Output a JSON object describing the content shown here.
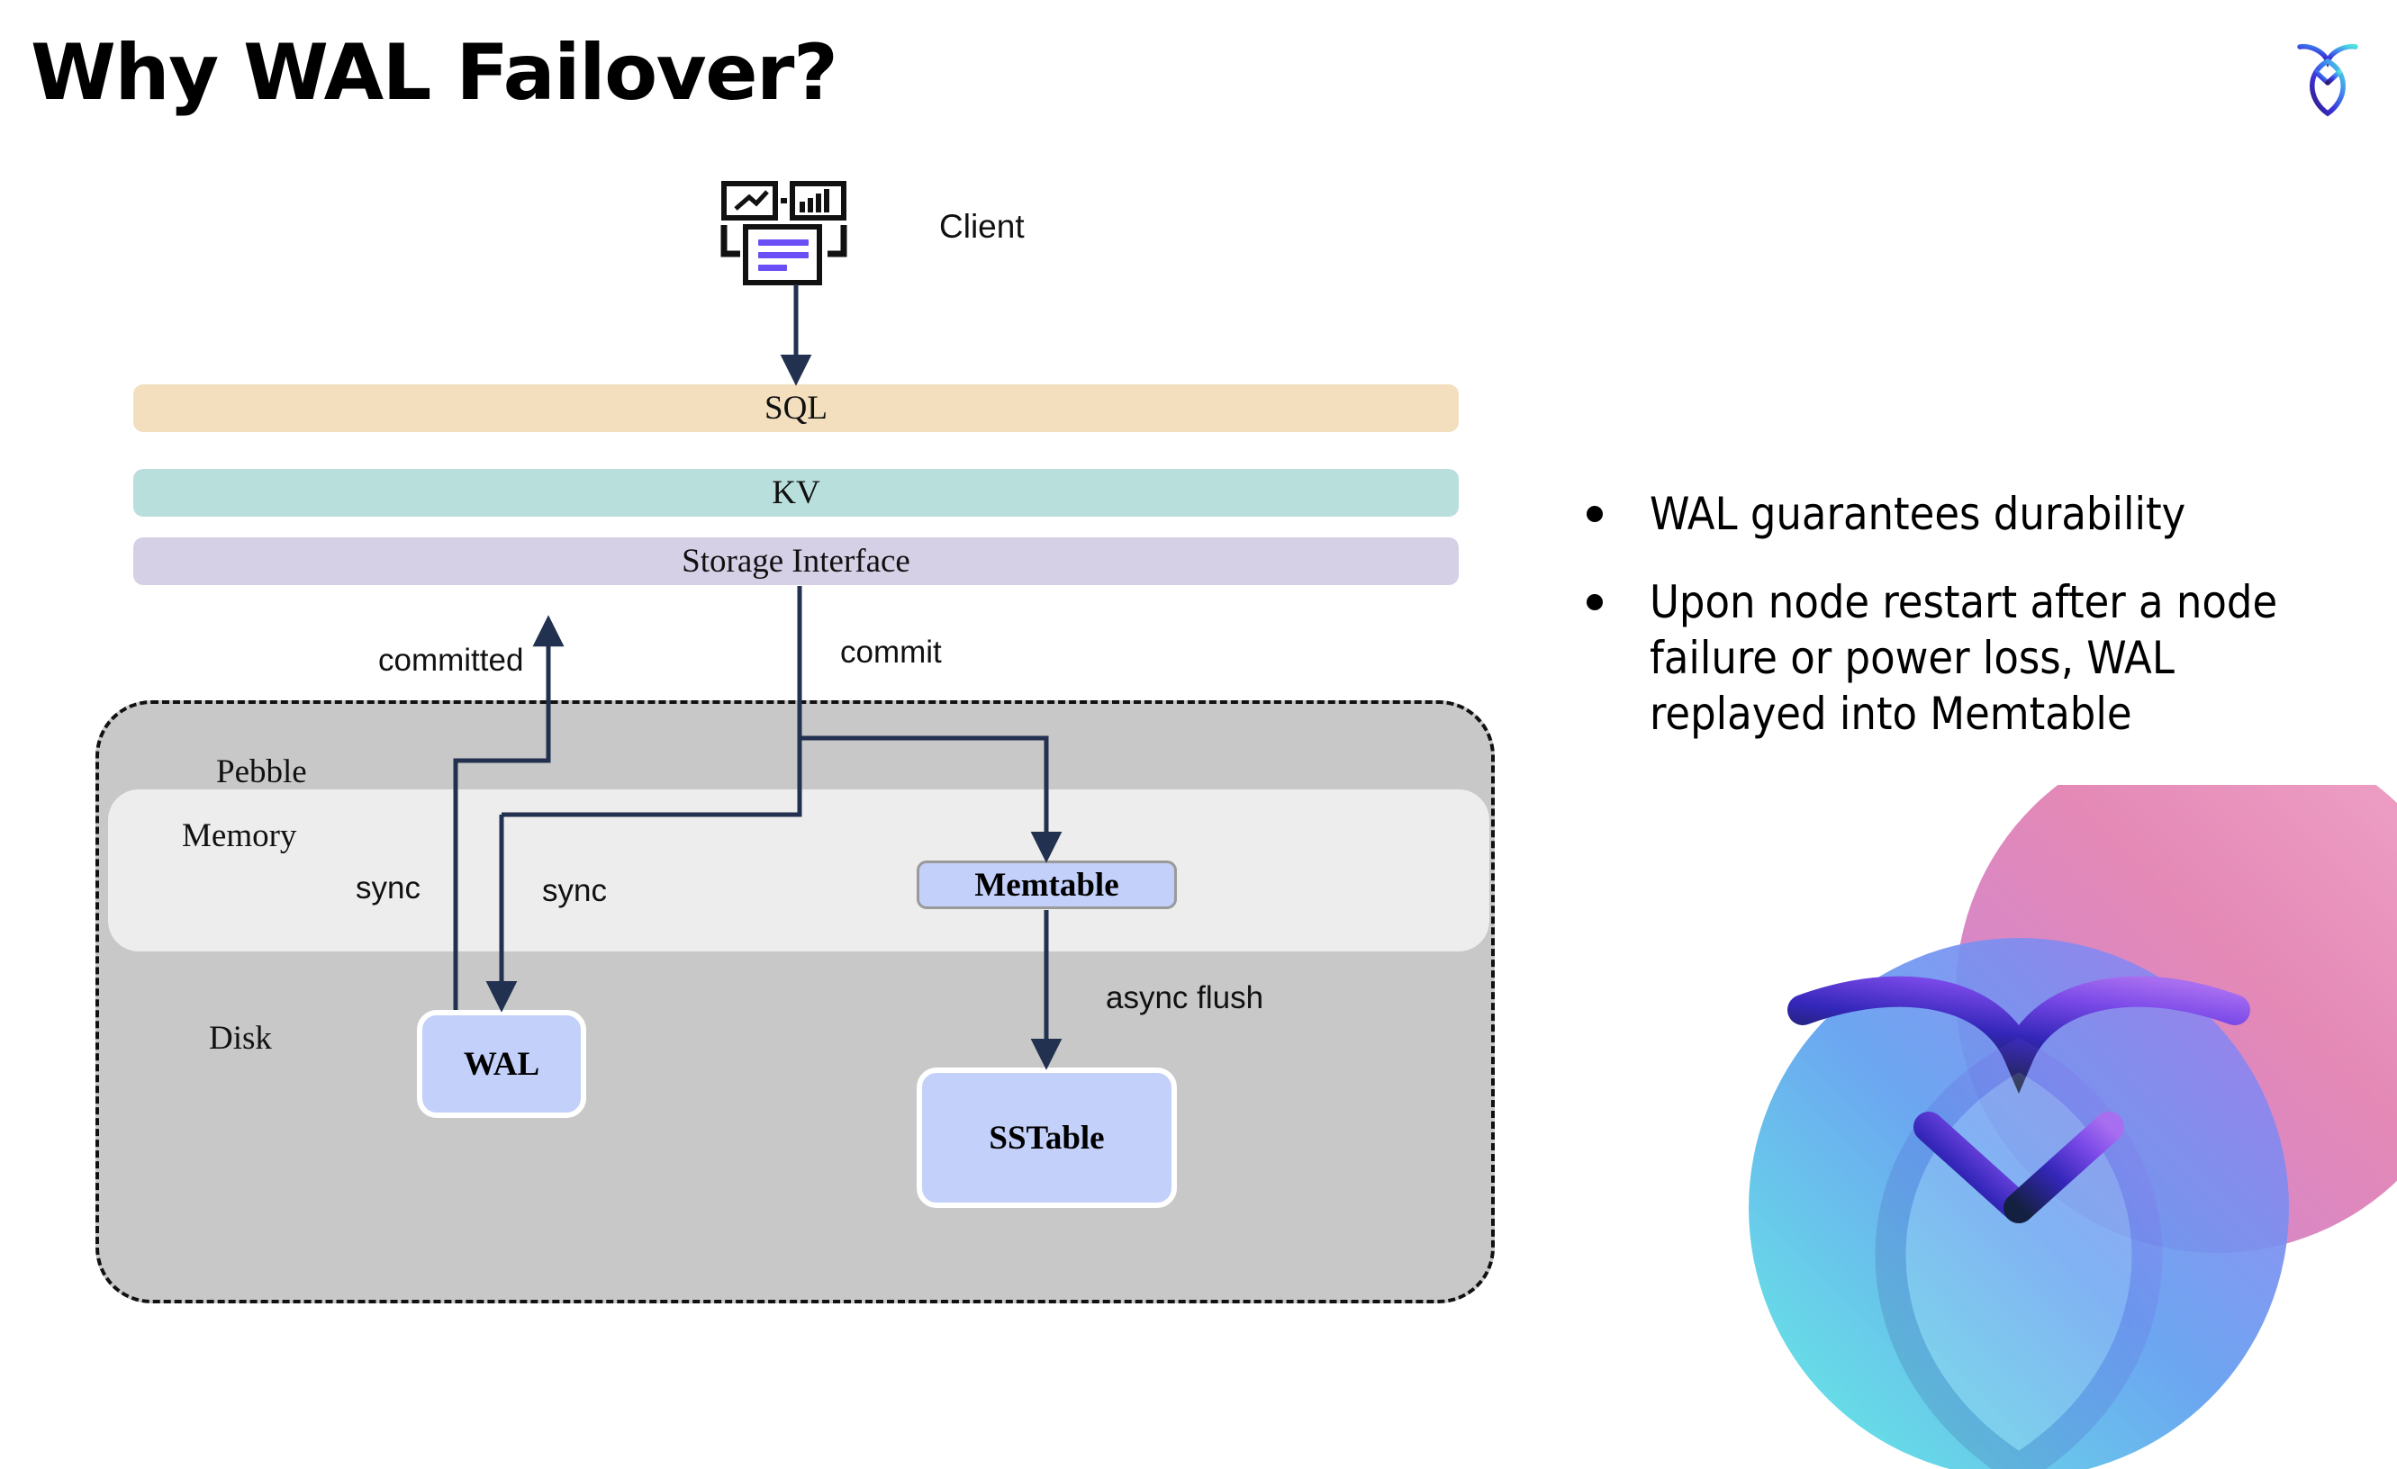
{
  "slide": {
    "title": "Why WAL Failover?"
  },
  "brand": {
    "logo_icon": "cockroach-leaf-logo-icon",
    "decor_icon": "cockroach-leaf-decorative-mark-icon",
    "gradient_colors": [
      "#2d1b6b",
      "#3a2fd6",
      "#3e7ef0",
      "#4fe3e0",
      "#e06aa8",
      "#8f4be0"
    ]
  },
  "diagram": {
    "client": {
      "label": "Client",
      "icon": "client-dashboard-icon",
      "accent_color": "#6b4ef5"
    },
    "layers": [
      {
        "label": "SQL",
        "color": "#f3dfbe"
      },
      {
        "label": "KV",
        "color": "#b9dfdd"
      },
      {
        "label": "Storage Interface",
        "color": "#d6d0e6"
      }
    ],
    "pebble": {
      "label": "Pebble",
      "fill": "#c8c8c8",
      "border_color": "#111111",
      "border_style": "dashed"
    },
    "memory": {
      "label": "Memory",
      "fill": "#ededed"
    },
    "disk": {
      "label": "Disk"
    },
    "nodes": [
      {
        "id": "memtable",
        "label": "Memtable",
        "fill": "#c3d0f9",
        "border": "#9a9a9a"
      },
      {
        "id": "wal",
        "label": "WAL",
        "fill": "#c3d0f9",
        "border": "#ffffff"
      },
      {
        "id": "sstable",
        "label": "SSTable",
        "fill": "#c3d0f9",
        "border": "#ffffff"
      }
    ],
    "edges": [
      {
        "id": "client-to-sql",
        "label": ""
      },
      {
        "id": "committed",
        "label": "committed"
      },
      {
        "id": "commit",
        "label": "commit"
      },
      {
        "id": "sync-return",
        "label": "sync"
      },
      {
        "id": "sync-write",
        "label": "sync"
      },
      {
        "id": "async-flush",
        "label": "async flush"
      }
    ],
    "edge_color": "#22314f"
  },
  "bullets": [
    {
      "text": "WAL guarantees durability"
    },
    {
      "text": "Upon node restart after a node failure or power loss, WAL replayed into Memtable"
    }
  ]
}
